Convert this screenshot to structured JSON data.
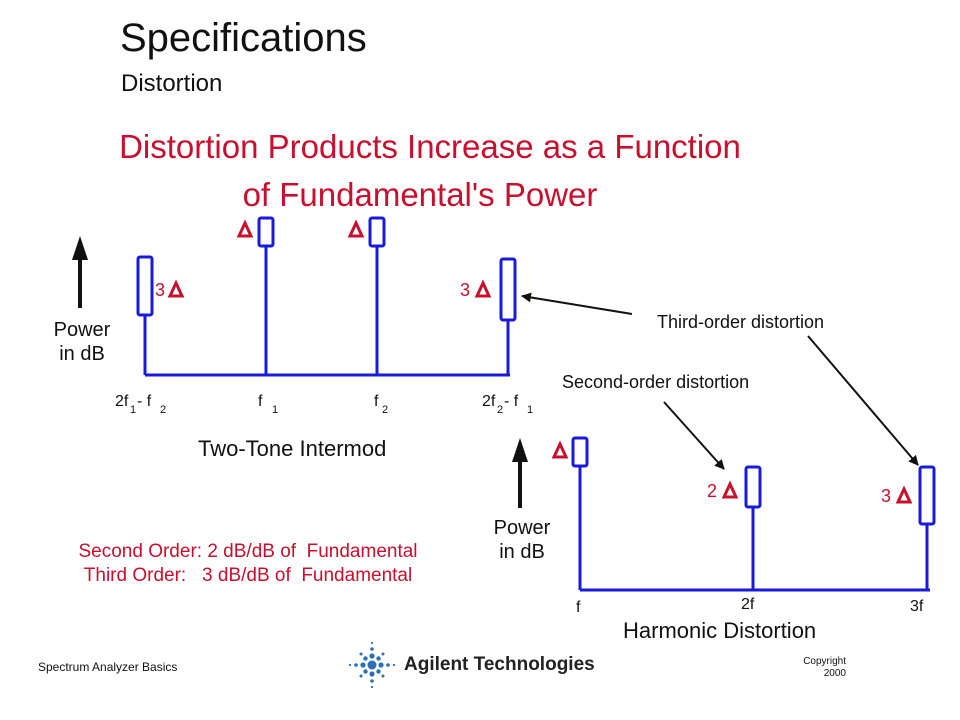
{
  "header": {
    "title": "Specifications",
    "subtitle": "Distortion"
  },
  "headline": {
    "line1": "Distortion Products Increase as a Function",
    "line2": "of Fundamental's Power"
  },
  "two_tone": {
    "caption": "Two-Tone Intermod",
    "axis_label_line1": "Power",
    "axis_label_line2": "in dB",
    "tone_labels": {
      "left_prefix": "2f",
      "left_sub1": "1",
      "left_mid": "- f",
      "left_sub2": "2",
      "f1_main": "f",
      "f1_sub": "1",
      "f2_main": "f",
      "f2_sub": "2",
      "right_prefix": "2f",
      "right_sub1": "2",
      "right_mid": "- f",
      "right_sub2": "1"
    },
    "delta_labels": {
      "left_im3": "3",
      "right_im3": "3"
    },
    "callout": "Third-order distortion"
  },
  "harmonic": {
    "caption": "Harmonic Distortion",
    "axis_label_line1": "Power",
    "axis_label_line2": "in dB",
    "tick_labels": {
      "f": "f",
      "f2": "2f",
      "f3": "3f"
    },
    "delta_labels": {
      "second": "2",
      "third": "3"
    },
    "callout": "Second-order distortion"
  },
  "notes": {
    "second_order": "Second Order: 2 dB/dB of  Fundamental",
    "third_order": "Third Order:   3 dB/dB of  Fundamental"
  },
  "footer": {
    "left": "Spectrum Analyzer Basics",
    "brand": "Agilent Technologies",
    "copyright_line1": "Copyright",
    "copyright_line2": "2000"
  },
  "colors": {
    "accent": "#c8102e",
    "trace": "#1a1adb",
    "logo": "#2a6fb8"
  },
  "icons": [
    "delta-icon",
    "up-arrow-icon",
    "callout-arrow-icon",
    "agilent-spark-logo-icon"
  ]
}
